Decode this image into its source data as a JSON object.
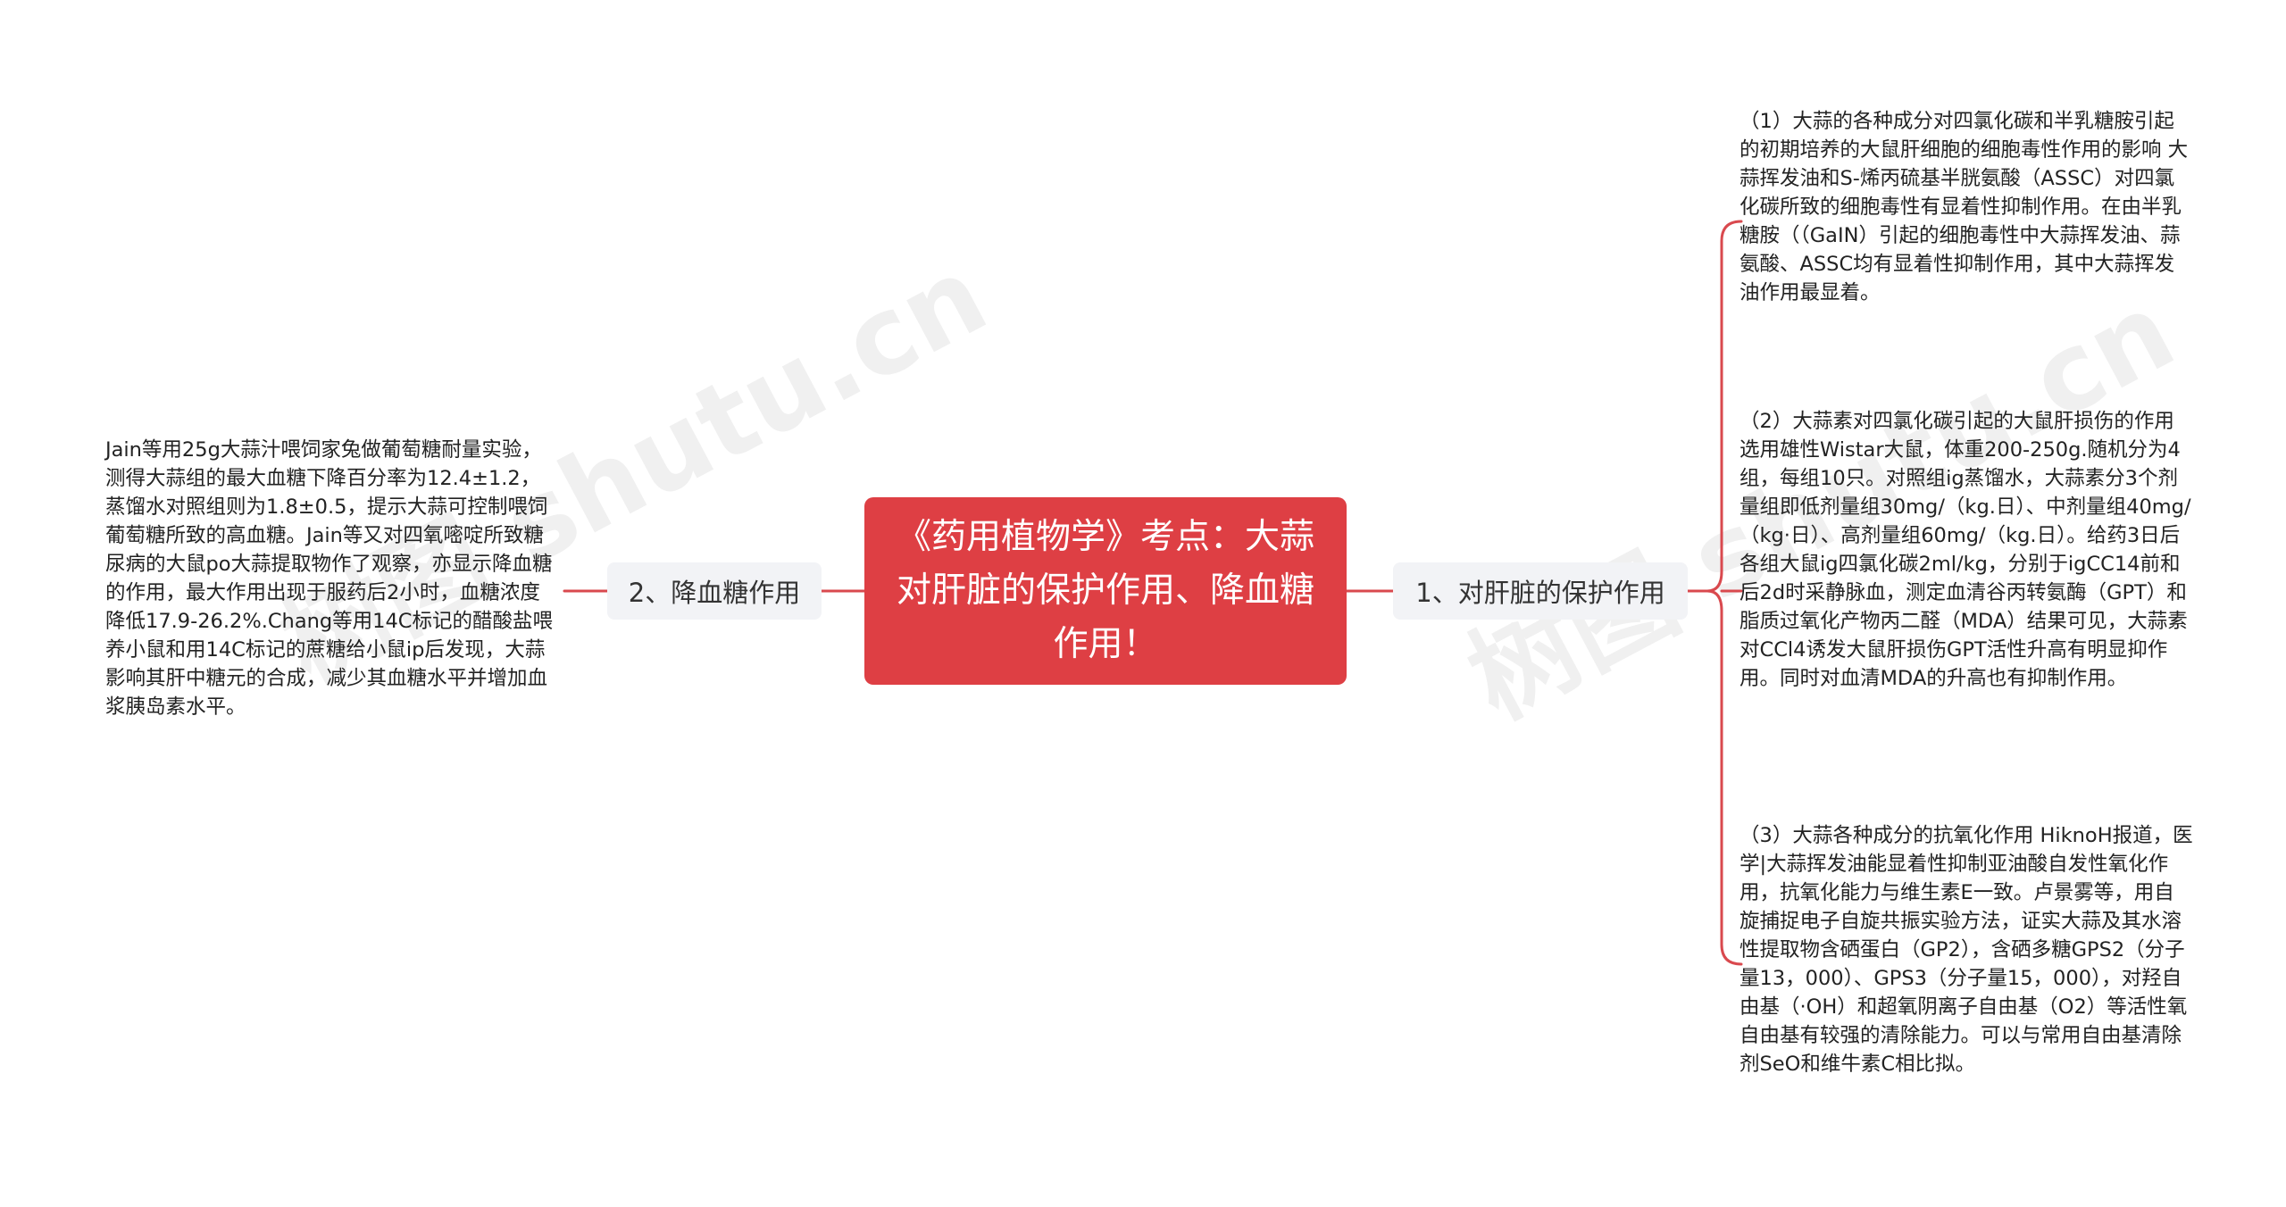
{
  "central": {
    "title": "《药用植物学》考点：大蒜对肝脏的保护作用、降血糖作用！"
  },
  "branches": [
    {
      "label": "1、对肝脏的保护作用"
    },
    {
      "label": "2、降血糖作用"
    }
  ],
  "leaves": {
    "liver_1": "（1）大蒜的各种成分对四氯化碳和半乳糖胺引起的初期培养的大鼠肝细胞的细胞毒性作用的影响 大蒜挥发油和S-烯丙硫基半胱氨酸（ASSC）对四氯化碳所致的细胞毒性有显着性抑制作用。在由半乳糖胺（（GaIN）引起的细胞毒性中大蒜挥发油、蒜氨酸、ASSC均有显着性抑制作用，其中大蒜挥发油作用最显着。",
    "liver_2": "（2）大蒜素对四氯化碳引起的大鼠肝损伤的作用 选用雄性Wistar大鼠，体重200-250g.随机分为4组，每组10只。对照组ig蒸馏水，大蒜素分3个剂量组即低剂量组30mg/（kg.日）、中剂量组40mg/（kg·日）、高剂量组60mg/（kg.日）。给药3日后各组大鼠ig四氯化碳2ml/kg，分别于igCC14前和后2d时采静脉血，测定血清谷丙转氨酶（GPT）和脂质过氧化产物丙二醛（MDA）结果可见，大蒜素对CCl4诱发大鼠肝损伤GPT活性升高有明显抑作用。同时对血清MDA的升高也有抑制作用。",
    "liver_3": "（3）大蒜各种成分的抗氧化作用 HiknoH报道，医学|大蒜挥发油能显着性抑制亚油酸自发性氧化作用，抗氧化能力与维生素E一致。卢景雾等，用自旋捕捉电子自旋共振实验方法，证实大蒜及其水溶性提取物含硒蛋白（GP2），含硒多糖GPS2（分子量13，000）、GPS3（分子量15，000），对羟自由基（·OH）和超氧阴离子自由基（O2）等活性氧自由基有较强的清除能力。可以与常用自由基清除剂SeO和维牛素C相比拟。",
    "glucose_1": "Jain等用25g大蒜汁喂饲家兔做葡萄糖耐量实验，测得大蒜组的最大血糖下降百分率为12.4±1.2，蒸馏水对照组则为1.8±0.5，提示大蒜可控制喂饲葡萄糖所致的高血糖。Jain等又对四氧嘧啶所致糖尿病的大鼠po大蒜提取物作了观察，亦显示降血糖的作用，最大作用出现于服药后2小时，血糖浓度降低17.9-26.2%.Chang等用14C标记的醋酸盐喂养小鼠和用14C标记的蔗糖给小鼠ip后发现，大蒜影响其肝中糖元的合成，减少其血糖水平并增加血浆胰岛素水平。"
  },
  "watermark": {
    "text": "树图 shutu.cn"
  },
  "colors": {
    "accent": "#de3f44",
    "branch_bg": "#f2f3f6",
    "line": "#d9494e"
  }
}
